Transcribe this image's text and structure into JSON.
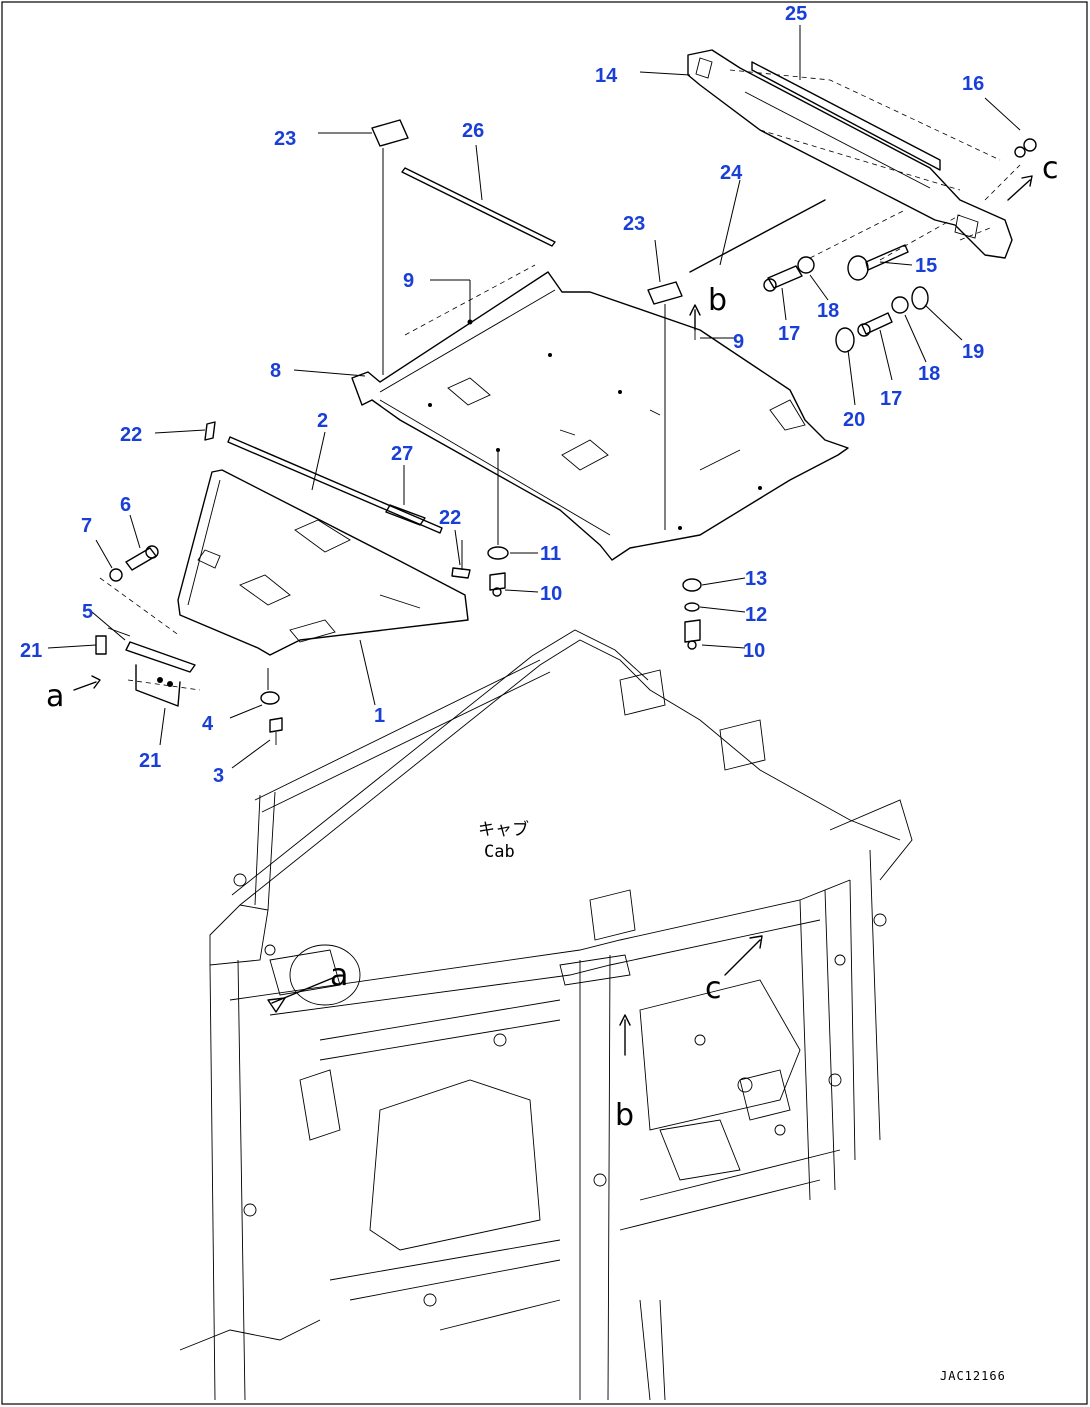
{
  "callouts": {
    "c1": "1",
    "c2": "2",
    "c3": "3",
    "c4": "4",
    "c5": "5",
    "c6": "6",
    "c7": "7",
    "c8": "8",
    "c9a": "9",
    "c9b": "9",
    "c10a": "10",
    "c10b": "10",
    "c11": "11",
    "c12": "12",
    "c13": "13",
    "c14": "14",
    "c15": "15",
    "c16": "16",
    "c17a": "17",
    "c17b": "17",
    "c18a": "18",
    "c18b": "18",
    "c19": "19",
    "c20": "20",
    "c21a": "21",
    "c21b": "21",
    "c22a": "22",
    "c22b": "22",
    "c23a": "23",
    "c23b": "23",
    "c24": "24",
    "c25": "25",
    "c26": "26",
    "c27": "27"
  },
  "refs": {
    "a_part": "a",
    "b_part": "b",
    "c_part": "c",
    "a_cab": "a",
    "b_cab": "b",
    "c_cab": "c"
  },
  "cab_label": {
    "jp": "キャブ",
    "en": "Cab"
  },
  "drawing_code": "JAC12166"
}
